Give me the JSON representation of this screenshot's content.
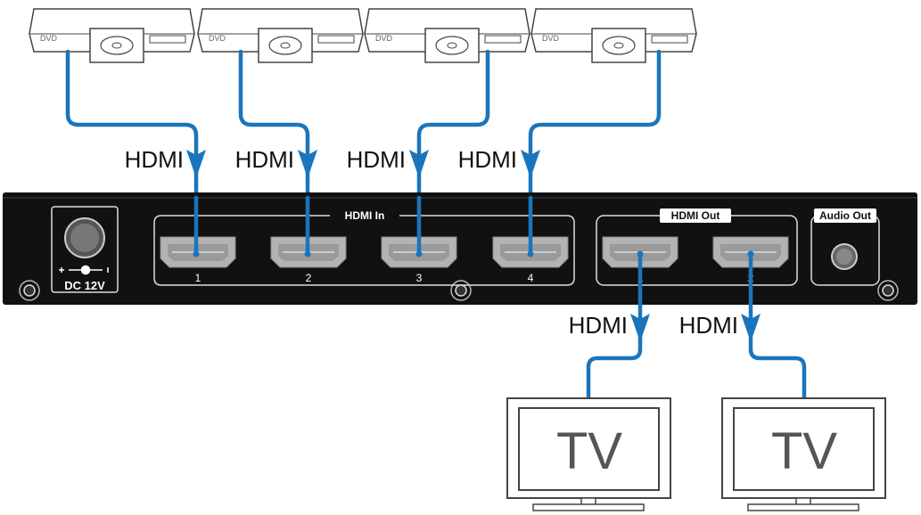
{
  "sources": [
    {
      "label": "DVD"
    },
    {
      "label": "DVD"
    },
    {
      "label": "DVD"
    },
    {
      "label": "DVD"
    }
  ],
  "input_cables": [
    {
      "label": "HDMI"
    },
    {
      "label": "HDMI"
    },
    {
      "label": "HDMI"
    },
    {
      "label": "HDMI"
    }
  ],
  "output_cables": [
    {
      "label": "HDMI"
    },
    {
      "label": "HDMI"
    }
  ],
  "device": {
    "power_label": "DC 12V",
    "hdmi_in": {
      "title": "HDMI In",
      "ports": [
        "1",
        "2",
        "3",
        "4"
      ]
    },
    "hdmi_out": {
      "title": "HDMI Out",
      "ports": [
        "1",
        "2"
      ]
    },
    "audio_out": {
      "title": "Audio Out"
    }
  },
  "displays": [
    {
      "label": "TV"
    },
    {
      "label": "TV"
    }
  ],
  "colors": {
    "cable": "#1a75bc",
    "device_body": "#111111",
    "port": "#b3b3b3"
  }
}
